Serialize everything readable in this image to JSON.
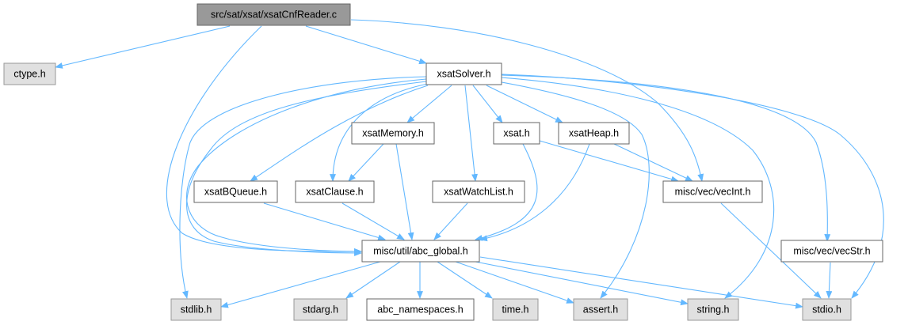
{
  "graph": {
    "root": "src/sat/xsat/xsatCnfReader.c",
    "nodes": {
      "ctype": "ctype.h",
      "xsatSolver": "xsatSolver.h",
      "xsatMemory": "xsatMemory.h",
      "xsat": "xsat.h",
      "xsatHeap": "xsatHeap.h",
      "xsatBQueue": "xsatBQueue.h",
      "xsatClause": "xsatClause.h",
      "xsatWatchList": "xsatWatchList.h",
      "vecInt": "misc/vec/vecInt.h",
      "abcGlobal": "misc/util/abc_global.h",
      "vecStr": "misc/vec/vecStr.h",
      "stdlib": "stdlib.h",
      "stdarg": "stdarg.h",
      "abcNamespaces": "abc_namespaces.h",
      "time": "time.h",
      "assert": "assert.h",
      "string": "string.h",
      "stdio": "stdio.h"
    },
    "colors": {
      "edge": "#63b8ff",
      "root_fill": "#999999",
      "system_fill": "#e0e0e0"
    }
  }
}
